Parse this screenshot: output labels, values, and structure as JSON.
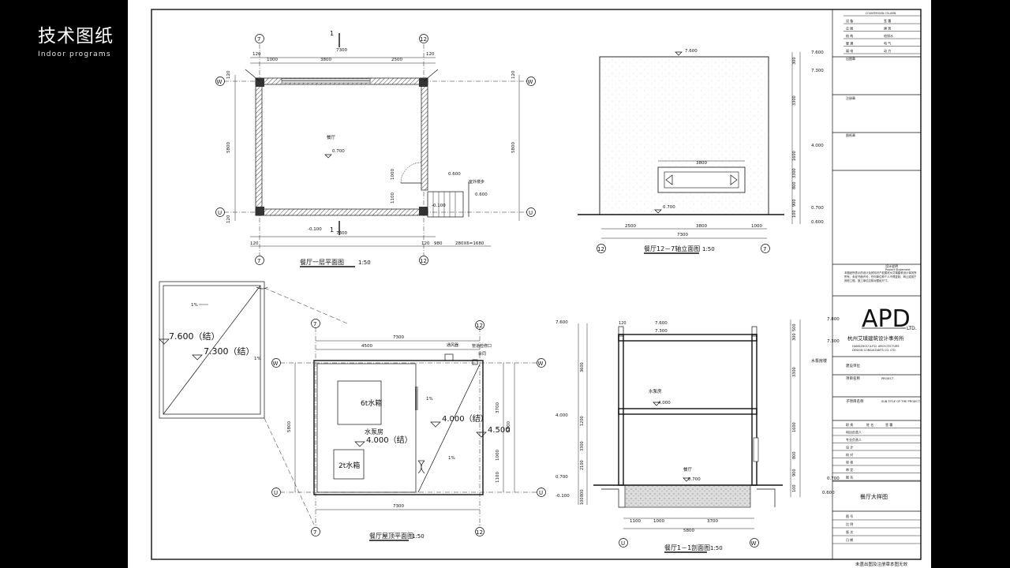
{
  "header": {
    "title": "技术图纸",
    "subtitle": "Indoor programs"
  },
  "plan1": {
    "title": "餐厅一层平面图",
    "scale": "1:50",
    "axis_top_left": "7",
    "axis_top_right": "12",
    "axis_left_top": "W",
    "axis_left_bottom": "U",
    "section_mark": "1",
    "dims_top": [
      "120",
      "1000",
      "3800",
      "2500",
      "120"
    ],
    "overall": "7300",
    "dims_left": [
      "120",
      "5800",
      "120"
    ],
    "dims_bottom": [
      "120",
      "120",
      "980",
      "280X6=1680"
    ],
    "room": "餐厅",
    "level_room": "0.700",
    "level_step": "0.600",
    "level_stair": "0.600",
    "level_out1": "-0.100",
    "level_out2": "-0.100",
    "stair_label": "室外楼步",
    "door_dim1": "1000",
    "door_dim2": "1100"
  },
  "elev": {
    "title": "餐厅12－7轴立面图",
    "scale": "1:50",
    "axis_left": "12",
    "axis_right": "7",
    "level_top": "7.600",
    "level_ground": "0.700",
    "right_levels": [
      "7.600",
      "7.300",
      "4.000",
      "0.700",
      "0.600"
    ],
    "right_dims": [
      "300",
      "3300",
      "1600",
      "3300",
      "800",
      "900",
      "100"
    ],
    "window_width": "3800",
    "dims_bottom": [
      "2500",
      "3800",
      "1000"
    ],
    "overall": "7300"
  },
  "roof_detail": {
    "slope": "1%",
    "slope2": "1%",
    "level1": "7.600（结）",
    "level2": "7.300（结）"
  },
  "roof": {
    "title": "餐厅屋顶平面图",
    "scale": "1:50",
    "axis_top_left": "7",
    "axis_top_right": "12",
    "axis_left_top": "W",
    "axis_left_bottom": "U",
    "overall_top": "7300",
    "dim_4500": "4500",
    "overall_bottom": "7300",
    "dims_left": "5800",
    "dims_right": [
      "3700",
      "1000",
      "1100",
      "5800"
    ],
    "tank1": "6t水箱",
    "tank2": "2t水箱",
    "pump_room": "水泵房",
    "level_pump": "4.000（结）",
    "level_roof": "4.000（结）",
    "level_right": "4.500",
    "slope_a": "1%",
    "slope_b": "1%",
    "vent_label": "通风器",
    "pipe_label": "管道检修口",
    "pipe_label2": "余同"
  },
  "section": {
    "title": "餐厅1－1剖面图",
    "scale": "1:50",
    "axis_left": "U",
    "axis_right": "W",
    "left_levels": [
      "7.600",
      "4.000",
      "0.700",
      "-0.100"
    ],
    "left_dims": [
      "3600",
      "1200",
      "3300",
      "2100",
      "800",
      "100"
    ],
    "right_levels": [
      "7.800",
      "7.300",
      "0.700",
      "0.600"
    ],
    "right_dims": [
      "500",
      "300",
      "3300",
      "1600",
      "800",
      "900",
      "100"
    ],
    "top_levels": [
      "7.600",
      "7.300"
    ],
    "room_upper": "水泵房",
    "level_upper": "4.000",
    "room_lower": "餐厅",
    "level_lower": "0.700",
    "note_right": "水泵房楼",
    "dim_120": "120",
    "dims_bottom": [
      "1100",
      "1000",
      "3700"
    ],
    "overall": "5800"
  },
  "titleblock": {
    "top_label": "COUNTERSIGN COLUMN",
    "sign_rows": [
      [
        "设 备",
        "签 署"
      ],
      [
        "总 图",
        "建 筑"
      ],
      [
        "结 构",
        "给排水"
      ],
      [
        "暖 通",
        "电 气"
      ],
      [
        "弱 电",
        "动 力"
      ]
    ],
    "sections": [
      "出图章",
      "注册章",
      "图纸章"
    ],
    "note_top": "设计说明",
    "note_en": "Project Statement",
    "note_text": "本图纸所表示的设计及其知识产权属杭州艾璞建筑设计事务所所有，未经书面许可，任何单位和个人不得复制、转让或用于其他工程。施工单位应核对图纸尺寸。",
    "logo": "APD",
    "logo_sub": "LTD.",
    "firm_cn": "杭州艾璞建筑设计事务所",
    "firm_en1": "HANGZHOU A.P.D. ARCH-TECTURE",
    "firm_en2": "DESIGN CONSULTANTS CO. LTD",
    "client_label": "建设单位",
    "project_label": "项目名称",
    "project_en": "PROJECT",
    "sub_label": "子项目名称",
    "sub_en": "SUB-TITLE OF THE PROJECT",
    "staff_rows": [
      [
        "职 责",
        "姓 名",
        "签 署"
      ],
      [
        "项目负责人",
        ""
      ],
      [
        "专业负责人",
        ""
      ],
      [
        "设 计",
        ""
      ],
      [
        "校 对",
        ""
      ],
      [
        "审 核",
        ""
      ],
      [
        "审 定",
        ""
      ],
      [
        "图 名",
        ""
      ]
    ],
    "drawing_name": "餐厅大样图",
    "bottom_rows": [
      [
        "图 号",
        ""
      ],
      [
        "比 例",
        ""
      ],
      [
        "版 次",
        ""
      ],
      [
        "日 期",
        ""
      ]
    ],
    "footer": "未盖出图及注册章本图无效"
  }
}
